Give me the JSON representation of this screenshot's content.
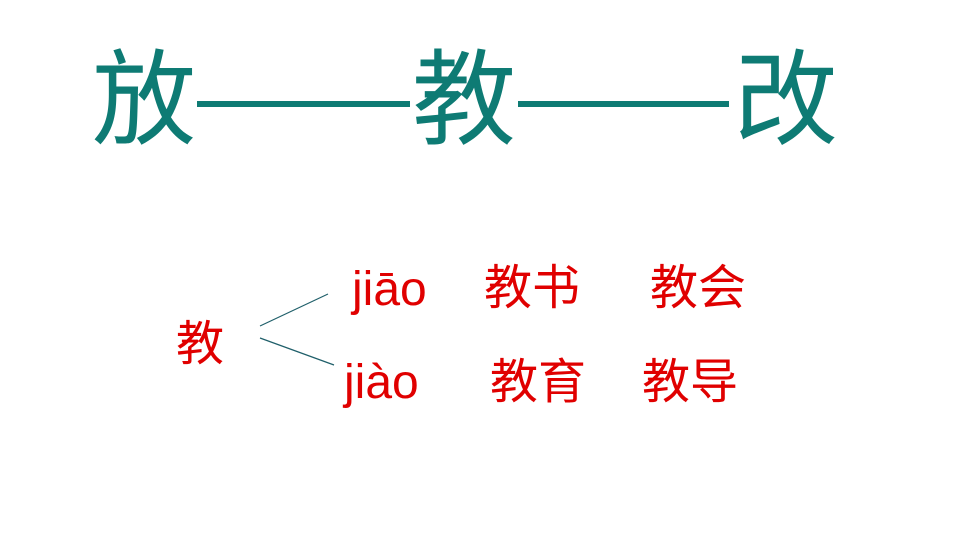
{
  "colors": {
    "title": "#0e7b74",
    "text": "#e00000",
    "branch_lines": "#1f5f6a",
    "background": "#ffffff"
  },
  "title": {
    "char1": "放",
    "char2": "教",
    "char3": "改"
  },
  "root": {
    "char": "教"
  },
  "readings": [
    {
      "pinyin": "jiāo",
      "words": [
        "教书",
        "教会"
      ]
    },
    {
      "pinyin": "jiào",
      "words": [
        "教育",
        "教导"
      ]
    }
  ]
}
